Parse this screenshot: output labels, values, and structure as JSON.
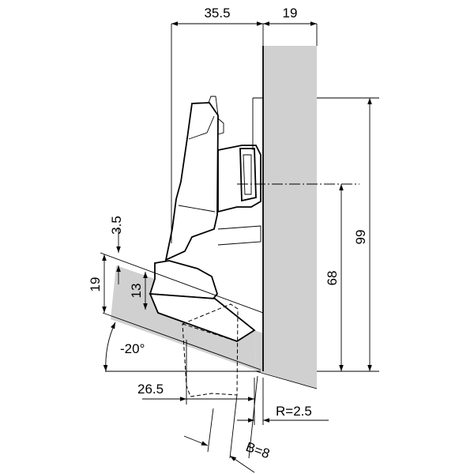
{
  "dimensions": {
    "top_left": "35.5",
    "top_right": "19",
    "right_outer": "99",
    "right_inner": "68",
    "left_small": "3.5",
    "left_outer": "19",
    "left_inner": "13",
    "angle": "-20°",
    "bottom_width": "26.5",
    "radius": "R=2.5",
    "bore": "B=8"
  },
  "colors": {
    "panel": "#d0d0d0",
    "line": "#000000",
    "background": "#ffffff"
  }
}
